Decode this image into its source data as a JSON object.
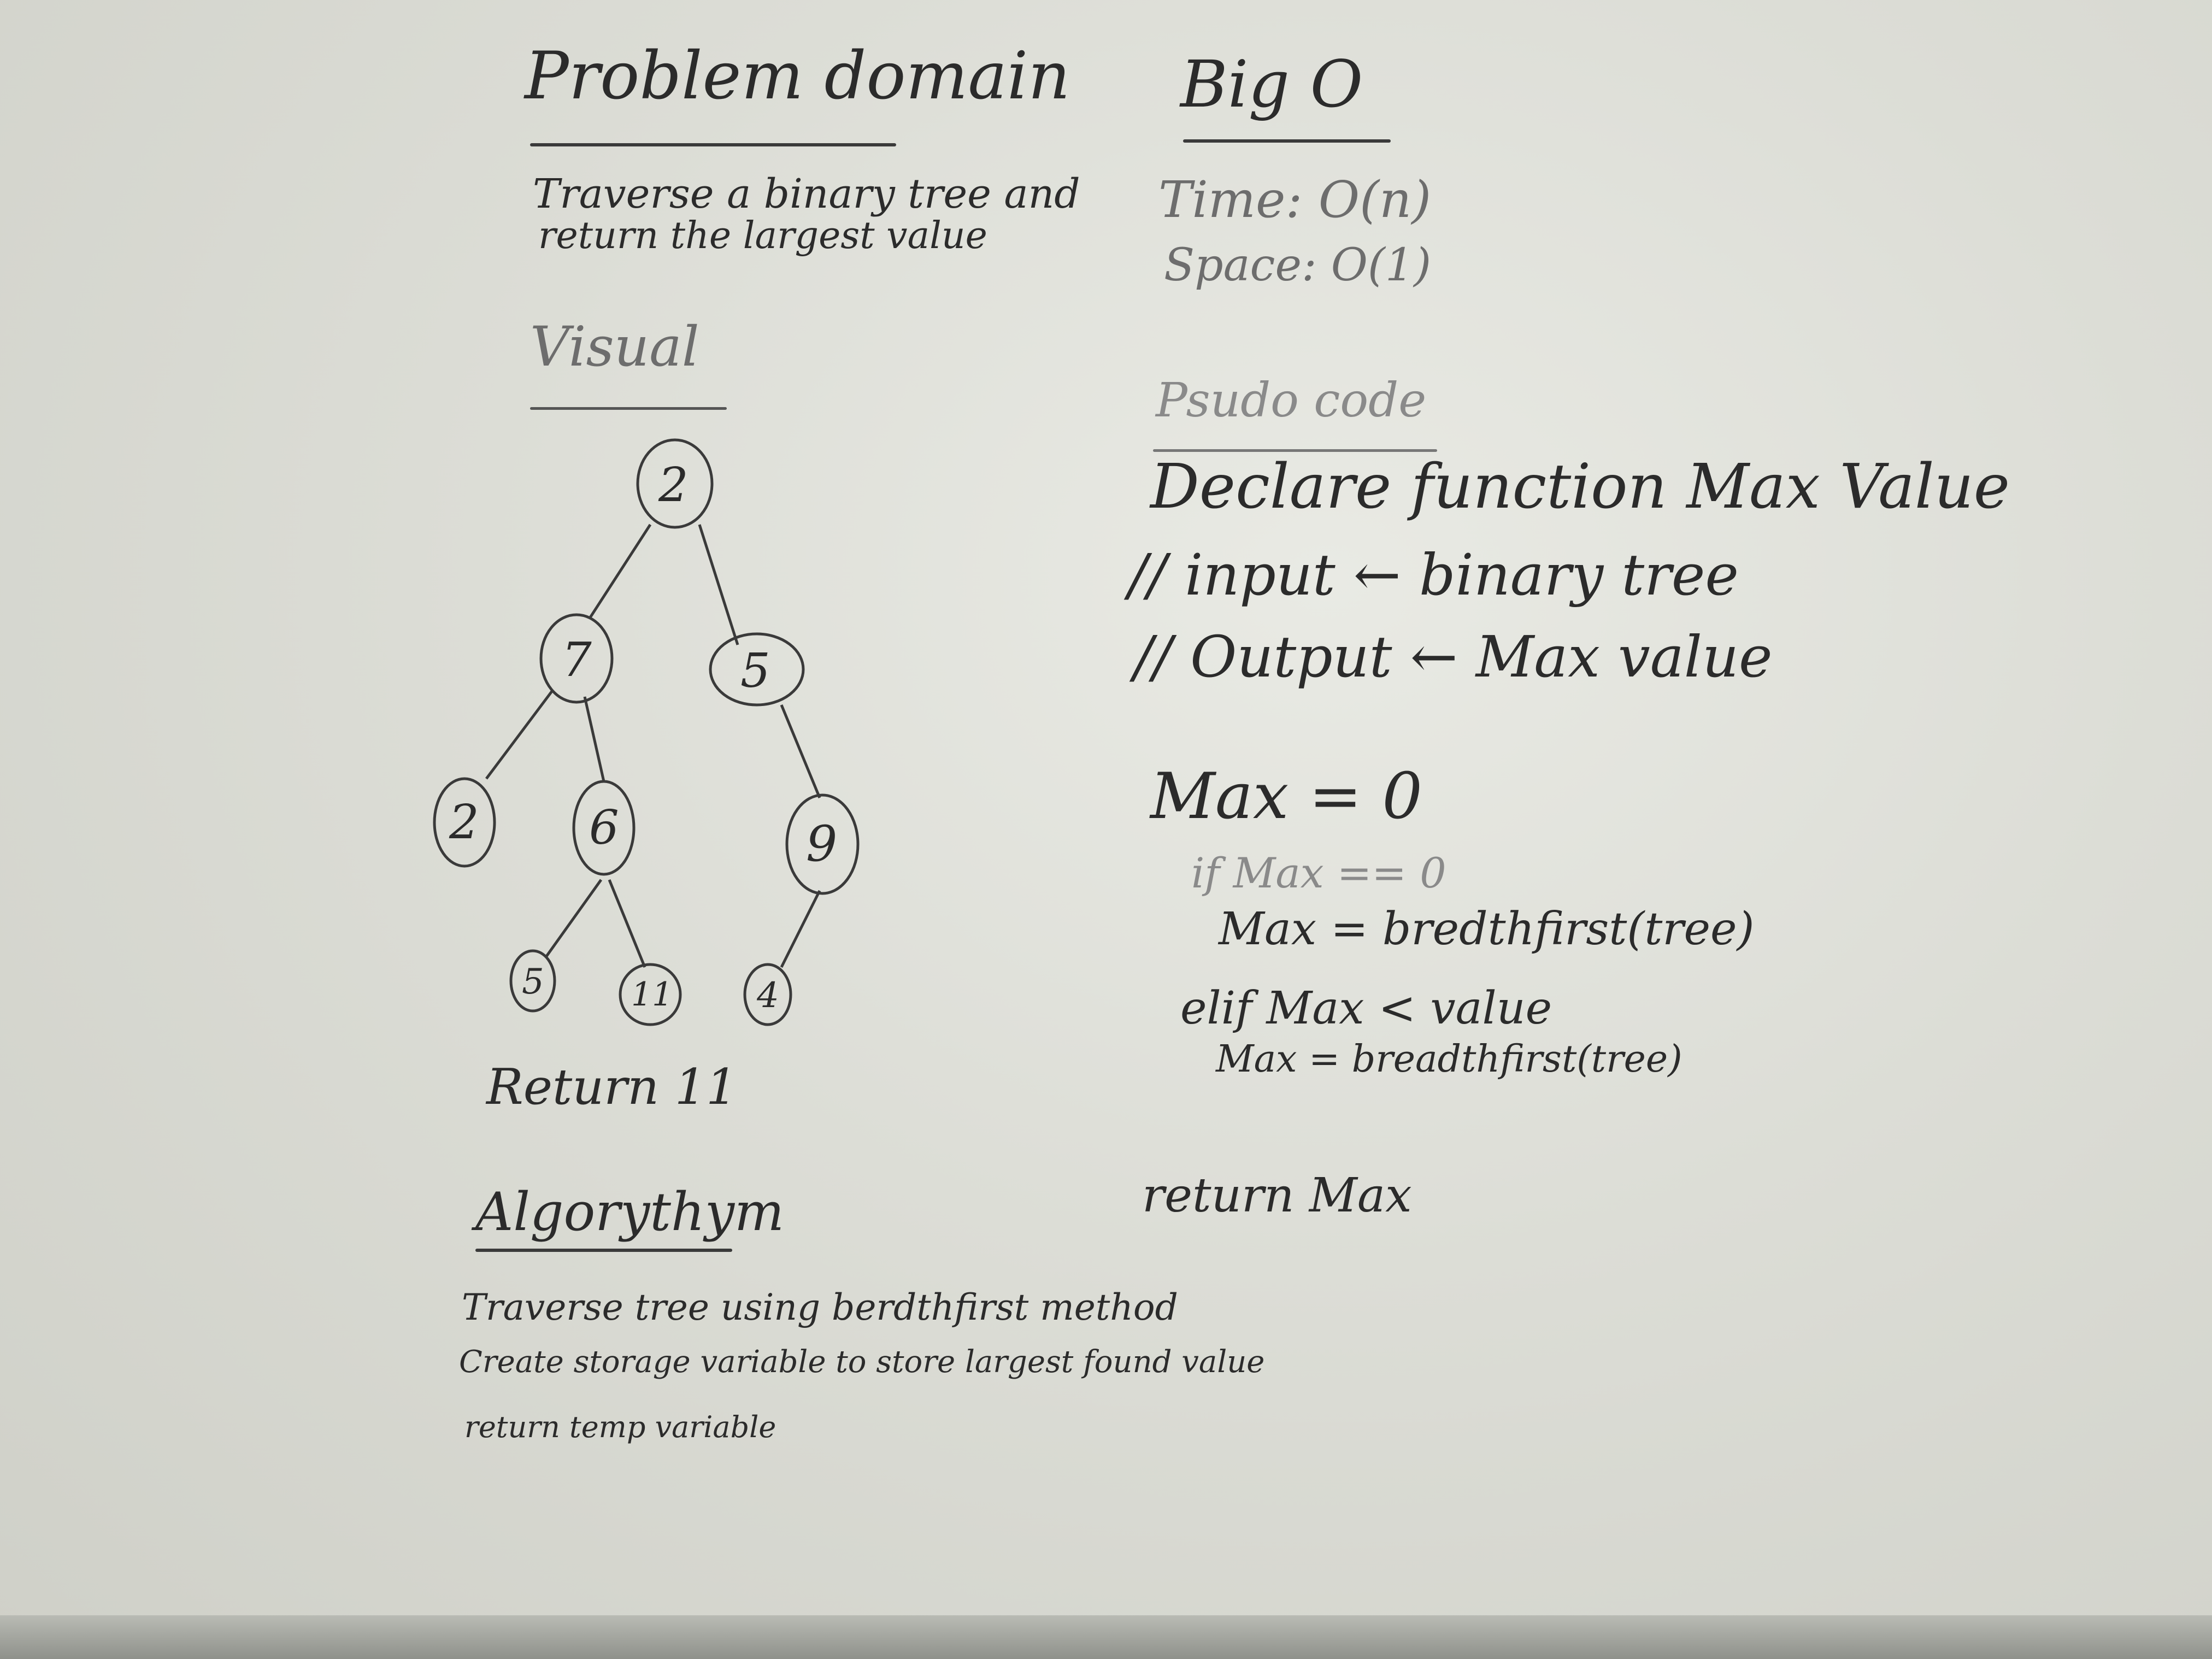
{
  "problem_domain": {
    "heading": "Problem domain",
    "line1": "Traverse a binary tree and",
    "line2": "return the largest value"
  },
  "visual": {
    "heading": "Visual",
    "tree": [
      {
        "id": "n-root",
        "value": "2"
      },
      {
        "id": "n-left",
        "value": "7"
      },
      {
        "id": "n-right",
        "value": "5"
      },
      {
        "id": "n-ll",
        "value": "2"
      },
      {
        "id": "n-lr",
        "value": "6"
      },
      {
        "id": "n-rr",
        "value": "9"
      },
      {
        "id": "n-lrl",
        "value": "5"
      },
      {
        "id": "n-lrr",
        "value": "11"
      },
      {
        "id": "n-rrl",
        "value": "4"
      }
    ],
    "return_text": "Return 11"
  },
  "algorithm": {
    "heading": "Algorythym",
    "line1": "Traverse tree using berdthfirst method",
    "line2": "Create storage variable to store largest found value",
    "line3": "return temp variable"
  },
  "big_o": {
    "heading": "Big O",
    "time": "Time: O(n)",
    "space": "Space: O(1)"
  },
  "pseudo": {
    "heading": "Psudo code",
    "declare": "Declare function Max Value",
    "input": "// input ← binary tree",
    "output": "// Output ← Max value",
    "max_init": "Max = 0",
    "if_line": "if Max == 0",
    "if_body": "Max = bredthfirst(tree)",
    "elif_line": "elif Max < value",
    "elif_body": "Max = breadthfirst(tree)",
    "return": "return Max"
  }
}
